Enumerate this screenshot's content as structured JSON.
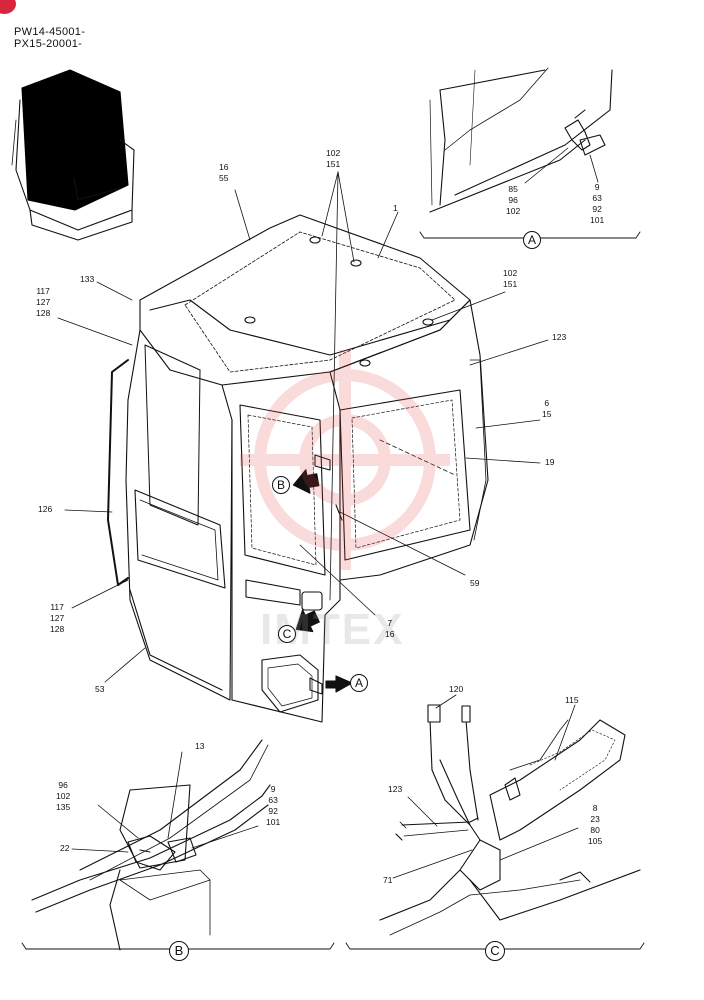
{
  "serials": [
    "PW14-45001-",
    "PX15-20001-"
  ],
  "watermark": "IMTEX",
  "markers": {
    "A": "A",
    "B": "B",
    "C": "C"
  },
  "labels": {
    "l16_55": [
      "16",
      "55"
    ],
    "l102_151_top": [
      "102",
      "151"
    ],
    "l1": [
      "1"
    ],
    "l133": [
      "133"
    ],
    "l117_127_128_top": [
      "117",
      "127",
      "128"
    ],
    "l102_151_right": [
      "102",
      "151"
    ],
    "l123": [
      "123"
    ],
    "l6_15": [
      "6",
      "15"
    ],
    "l19": [
      "19"
    ],
    "l126": [
      "126"
    ],
    "l59": [
      "59"
    ],
    "l117_127_128_low": [
      "117",
      "127",
      "128"
    ],
    "l7_16": [
      "7",
      "16"
    ],
    "l53": [
      "53"
    ],
    "a85_96_102": [
      "85",
      "96",
      "102"
    ],
    "a9_63_92_101": [
      "9",
      "63",
      "92",
      "101"
    ],
    "b13": [
      "13"
    ],
    "b96_102_135": [
      "96",
      "102",
      "135"
    ],
    "b9_63_92_101": [
      "9",
      "63",
      "92",
      "101"
    ],
    "b22": [
      "22"
    ],
    "c120": [
      "120"
    ],
    "c115": [
      "115"
    ],
    "c123": [
      "123"
    ],
    "c8_23_80_105": [
      "8",
      "23",
      "80",
      "105"
    ],
    "c71": [
      "71"
    ]
  },
  "colors": {
    "line": "#111111",
    "watermark_red": "#e8403e",
    "glass": "#000000",
    "badge": "#d7263d"
  }
}
